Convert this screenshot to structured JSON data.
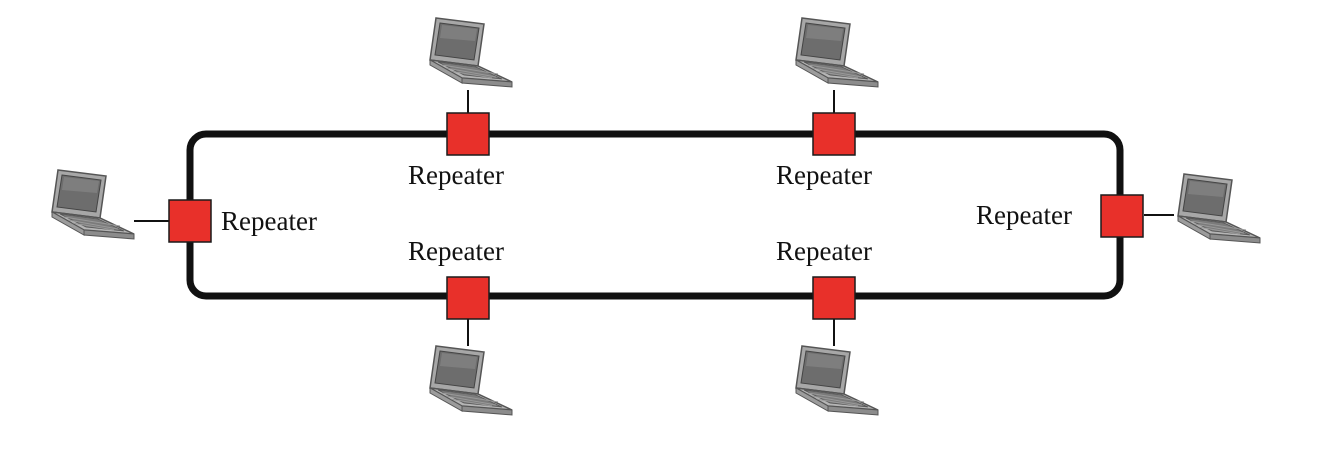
{
  "title": {
    "text_black": "",
    "text_red": ""
  },
  "colors": {
    "ring": "#111111",
    "repeater": "#e8302a",
    "repeater_border": "#1a1a1a",
    "laptop_body": "#9a9a9a",
    "laptop_dark": "#5a5a5a"
  },
  "nodes": [
    {
      "label": "Repeater",
      "laptop_icon": "laptop-icon"
    },
    {
      "label": "Repeater",
      "laptop_icon": "laptop-icon"
    },
    {
      "label": "Repeater",
      "laptop_icon": "laptop-icon"
    },
    {
      "label": "Repeater",
      "laptop_icon": "laptop-icon"
    },
    {
      "label": "Repeater",
      "laptop_icon": "laptop-icon"
    },
    {
      "label": "Repeater",
      "laptop_icon": "laptop-icon"
    }
  ]
}
